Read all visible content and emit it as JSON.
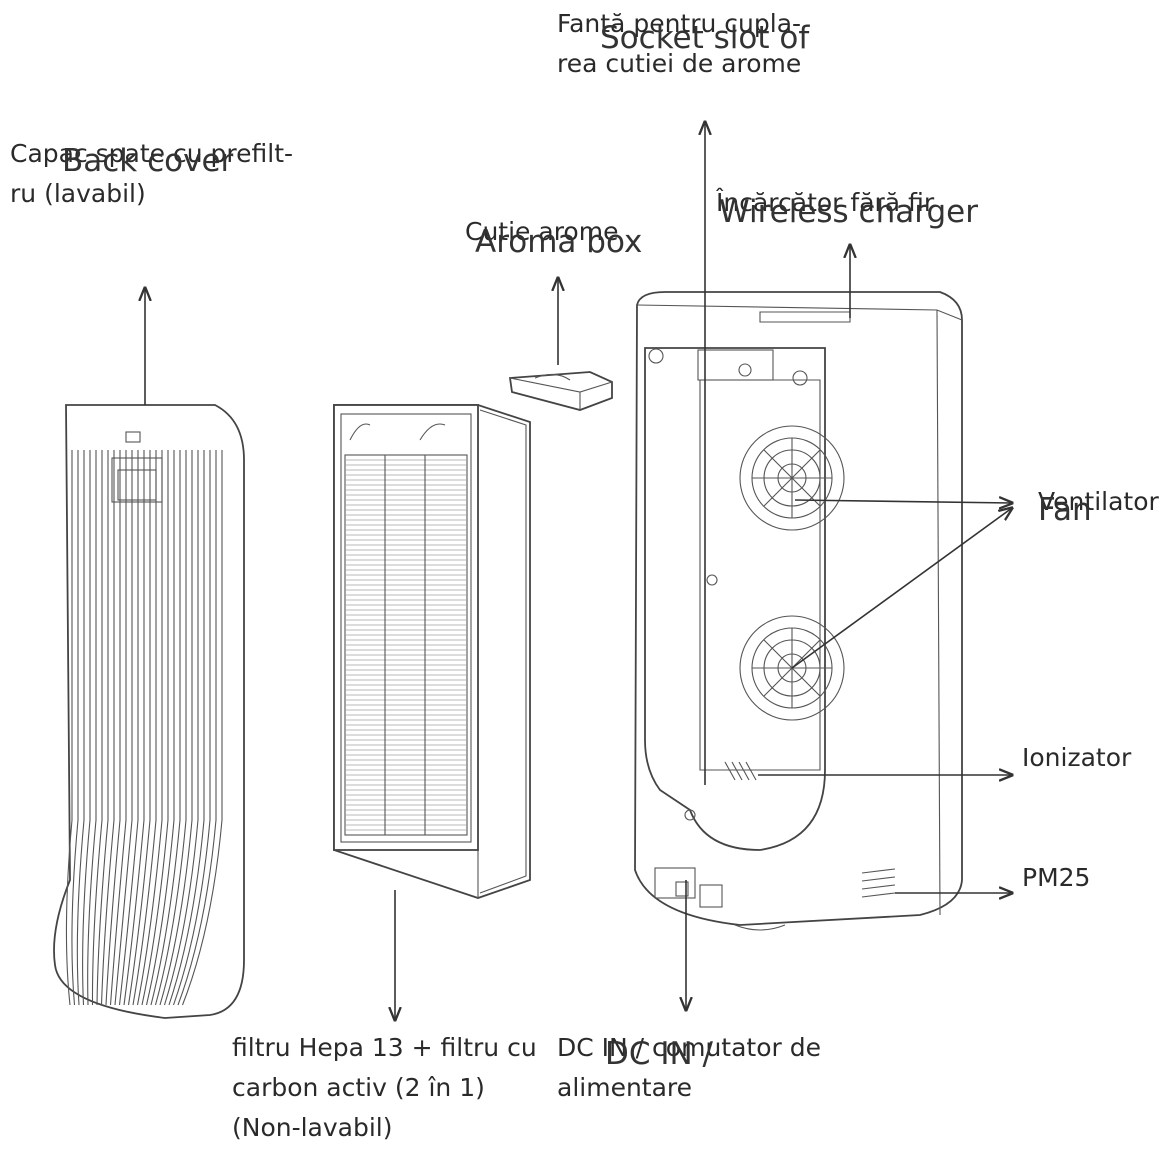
{
  "labels": {
    "socket_slot_ro": "Fantă pentru cupla-\nrea cutiei de arome",
    "socket_slot_en": "Socket slot of",
    "back_cover_ro": "Capac spate cu prefilt-\nru (lavabil)",
    "back_cover_en": "Back cover",
    "aroma_box_ro": "Cutie arome",
    "aroma_box_en": "Aroma box",
    "wireless_charger_ro": "Încărcător fără fir",
    "wireless_charger_en": "Wireless charger",
    "fan_ro": "Ventilator",
    "fan_en": "Fan",
    "ionizer_ro": "Ionizator",
    "pm25": "PM25",
    "dc_in_ro": "DC IN / comutator de\nalimentare",
    "dc_in_en": "DC IN /",
    "hepa_filter_ro": "filtru Hepa 13 + filtru cu\ncarbon activ (2 în 1)\n(Non-lavabil)"
  },
  "colors": {
    "line": "#333333",
    "label_text": "#2a2a2a",
    "background": "#ffffff"
  }
}
